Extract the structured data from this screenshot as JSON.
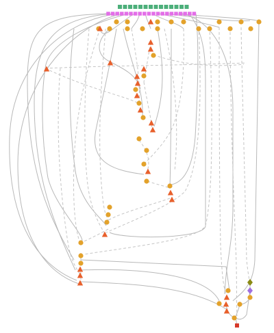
{
  "colors": {
    "background": "#ffffff",
    "edge_solid": "#b8b8b8",
    "edge_dashed": "#c4c4c4",
    "start_square": "#4caf7a",
    "input_square": "#e36ee8",
    "step_circle": "#e3a22b",
    "step_triangle": "#e8602c",
    "output_diamond_olive": "#8a8a14",
    "output_diamond_violet": "#a06fe0",
    "end_square": "#d63a2a"
  },
  "node_shapes": [
    "square",
    "circle",
    "triangle",
    "diamond"
  ]
}
